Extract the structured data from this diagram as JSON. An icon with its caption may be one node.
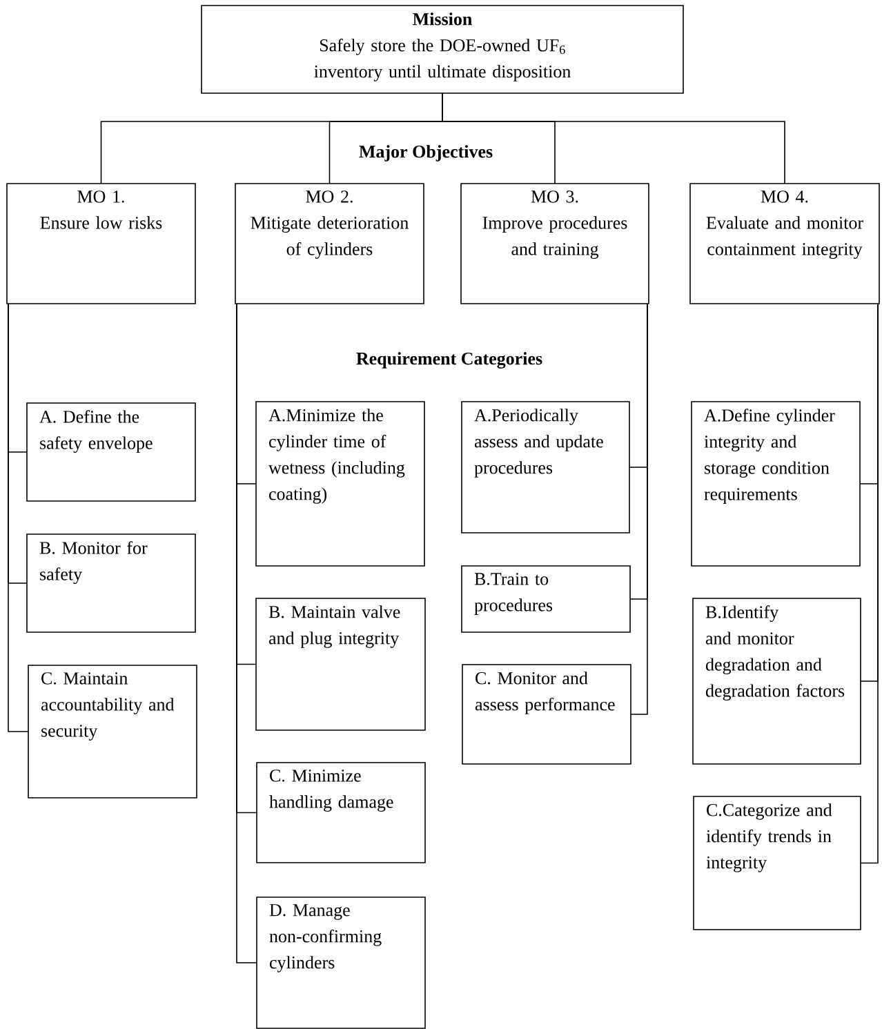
{
  "diagram": {
    "nodes": [
      {
        "text": [
          "Mission",
          "Safely store the DOE-owned UF$_{6}$ inventory until ultimate disposition"
        ]
      },
      {
        "text": [
          "MO 1.",
          "Ensure low risks"
        ]
      },
      {
        "text": [
          "MO 2.",
          "Mitigate deterioration of cylinders"
        ]
      },
      {
        "text": [
          "MO 3.",
          "Improve procedures and training"
        ]
      },
      {
        "text": [
          "MO 4.",
          "Evaluate and monitor containment integrity"
        ]
      },
      {
        "text": [
          "A. Define the safety envelope"
        ]
      },
      {
        "text": [
          "B. Monitor for safety"
        ]
      },
      {
        "text": [
          "C. Maintain accountability and security"
        ]
      },
      {
        "text": [
          "A.Minimize the cylinder time of wetness (including coating)"
        ]
      },
      {
        "text": [
          "B. Maintain valve and plug integrity"
        ]
      },
      {
        "text": [
          "C. Minimize handling damage"
        ]
      },
      {
        "text": [
          "D. Manage non-confirming cylinders"
        ]
      },
      {
        "text": [
          "A.Periodically assess and update procedures"
        ]
      },
      {
        "text": [
          "B.Train to procedures"
        ]
      },
      {
        "text": [
          "C. Monitor and assess performance"
        ]
      },
      {
        "text": [
          "A.Define cylinder integrity and storage condition requirements"
        ]
      },
      {
        "text": [
          "B.Identify and monitor degradation and degradation factors"
        ]
      },
      {
        "text": [
          "C.Categorize and identify trends in integrity"
        ]
      }
    ],
    "edges": [
      {
        "from": 0,
        "to": 1,
        "arrow": "none"
      },
      {
        "from": 0,
        "to": 2,
        "arrow": "none"
      },
      {
        "from": 0,
        "to": 3,
        "arrow": "none"
      },
      {
        "from": 0,
        "to": 4,
        "arrow": "none"
      },
      {
        "from": 1,
        "to": 5,
        "arrow": "none"
      },
      {
        "from": 1,
        "to": 6,
        "arrow": "none"
      },
      {
        "from": 1,
        "to": 7,
        "arrow": "none"
      },
      {
        "from": 2,
        "to": 8,
        "arrow": "none"
      },
      {
        "from": 2,
        "to": 9,
        "arrow": "none"
      },
      {
        "from": 2,
        "to": 10,
        "arrow": "none"
      },
      {
        "from": 2,
        "to": 11,
        "arrow": "none"
      },
      {
        "from": 3,
        "to": 12,
        "arrow": "none"
      },
      {
        "from": 3,
        "to": 13,
        "arrow": "none"
      },
      {
        "from": 3,
        "to": 14,
        "arrow": "none"
      },
      {
        "from": 4,
        "to": 15,
        "arrow": "none"
      },
      {
        "from": 4,
        "to": 16,
        "arrow": "none"
      },
      {
        "from": 4,
        "to": 17,
        "arrow": "none"
      }
    ],
    "labels": [
      "Major Objectives",
      "Requirement Categories"
    ]
  }
}
